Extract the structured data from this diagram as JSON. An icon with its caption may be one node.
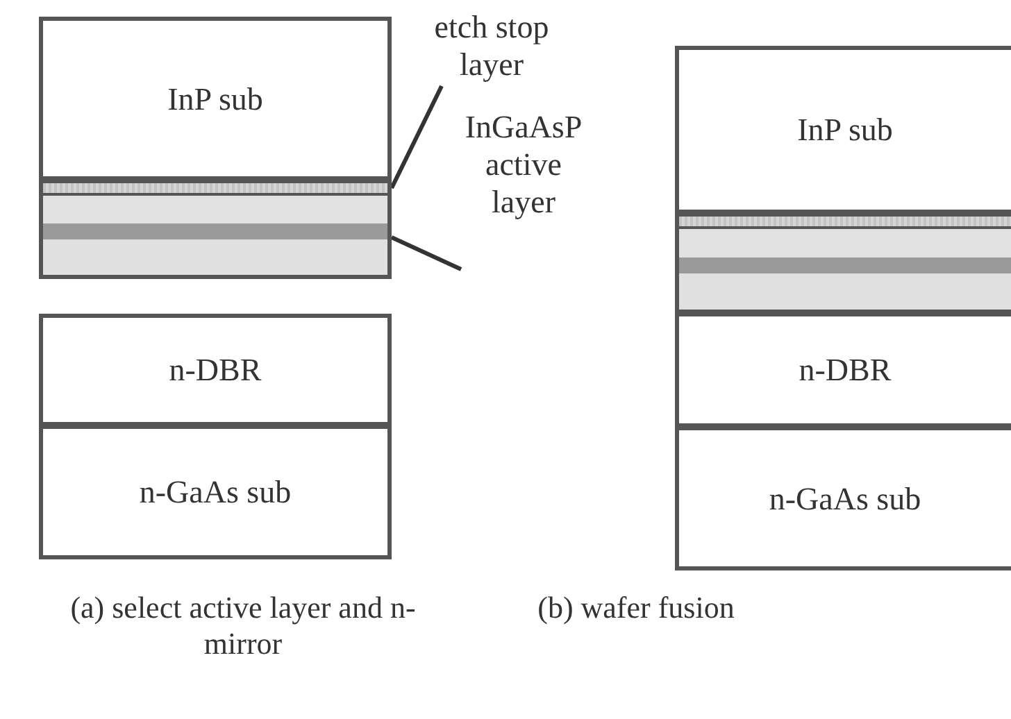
{
  "diagram": {
    "nodes": [
      {
        "text": [
          "InP sub"
        ]
      },
      {
        "text": [],
        "shape": "bar"
      },
      {
        "text": [],
        "shape": "bar"
      },
      {
        "text": [
          "n-DBR"
        ]
      },
      {
        "text": [
          "n-GaAs sub"
        ]
      },
      {
        "text": [
          "InP sub"
        ]
      },
      {
        "text": [],
        "shape": "bar"
      },
      {
        "text": [],
        "shape": "bar"
      },
      {
        "text": [
          "n-DBR"
        ]
      },
      {
        "text": [
          "n-GaAs sub"
        ]
      },
      {
        "text": [
          "etch stop layer"
        ]
      },
      {
        "text": [
          "InGaAsP active layer"
        ]
      }
    ],
    "edges": [
      {
        "from": 10,
        "to": 1,
        "arrow": "none"
      },
      {
        "from": 11,
        "to": 2,
        "arrow": "none"
      }
    ],
    "labels": [
      "(a) select active layer and n-mirror",
      "(b) wafer fusion"
    ]
  }
}
